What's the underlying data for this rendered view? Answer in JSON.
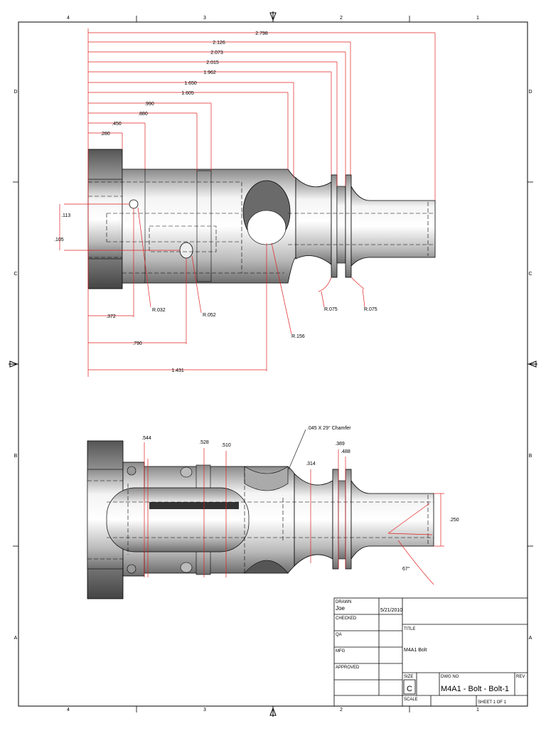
{
  "border": {
    "top_columns": [
      "4",
      "3",
      "2",
      "1"
    ],
    "bottom_columns": [
      "4",
      "3",
      "2",
      "1"
    ],
    "left_rows": [
      "D",
      "C",
      "B",
      "A"
    ],
    "right_rows": [
      "D",
      "C",
      "B",
      "A"
    ]
  },
  "view_top": {
    "horizontal_dims": [
      "2.798",
      "2.126",
      "2.073",
      "2.015",
      "1.962",
      "1.650",
      "1.605",
      ".990",
      ".880",
      ".450",
      ".280"
    ],
    "left_dims": [
      ".113",
      ".105"
    ],
    "bottom_dims": [
      ".372",
      ".790",
      "1.431"
    ],
    "radii": [
      "R.032",
      "R.052",
      "R.156",
      "R.075",
      "R.075"
    ]
  },
  "view_bottom": {
    "dims": [
      ".544",
      ".528",
      ".510",
      ".314",
      ".389",
      ".488",
      ".250"
    ],
    "chamfer_note": ".045 X 29° Chamfer",
    "angle": "67°"
  },
  "title_block": {
    "drawn_label": "DRAWN",
    "drawn_by": "Joe",
    "drawn_date": "5/21/2010",
    "checked_label": "CHECKED",
    "qa_label": "QA",
    "mfg_label": "MFG",
    "approved_label": "APPROVED",
    "title_label": "TITLE",
    "title": "M4A1 Bolt",
    "size_label": "SIZE",
    "size": "C",
    "dwg_no_label": "DWG NO",
    "dwg_no": "M4A1 - Bolt - Bolt-1",
    "rev_label": "REV",
    "scale_label": "SCALE",
    "sheet": "SHEET 1  OF 1"
  }
}
